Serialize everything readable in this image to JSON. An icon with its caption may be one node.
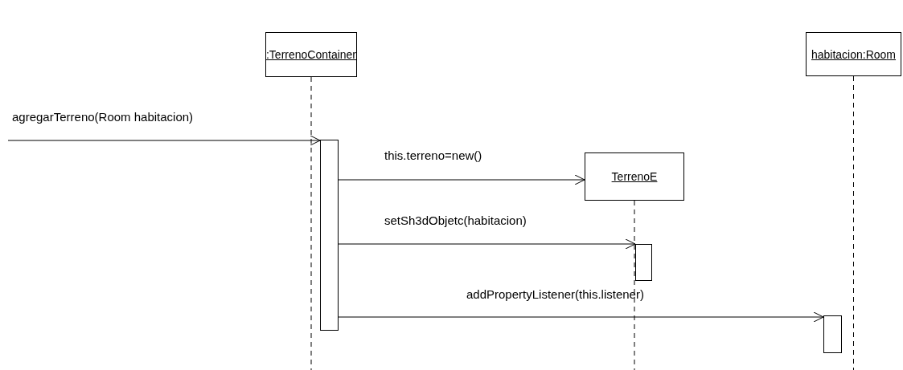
{
  "diagram": {
    "nodes": [
      {
        "text": [
          ":TerrenoContainer"
        ]
      },
      {
        "text": [
          "habitacion:Room"
        ]
      },
      {
        "text": [
          "TerrenoE"
        ]
      },
      {
        "text": [],
        "shape": "bar"
      },
      {
        "text": [],
        "shape": "bar"
      },
      {
        "text": [],
        "shape": "bar"
      }
    ],
    "edges": [
      {
        "from": null,
        "to": 3,
        "arrow": "to",
        "label": "agregarTerreno(Room habitacion)"
      },
      {
        "from": 3,
        "to": 2,
        "arrow": "to",
        "label": "this.terreno=new()"
      },
      {
        "from": 3,
        "to": 4,
        "arrow": "to",
        "label": "setSh3dObjetc(habitacion)"
      },
      {
        "from": 3,
        "to": 5,
        "arrow": "to",
        "label": "addPropertyListener(this.listener)"
      }
    ]
  }
}
